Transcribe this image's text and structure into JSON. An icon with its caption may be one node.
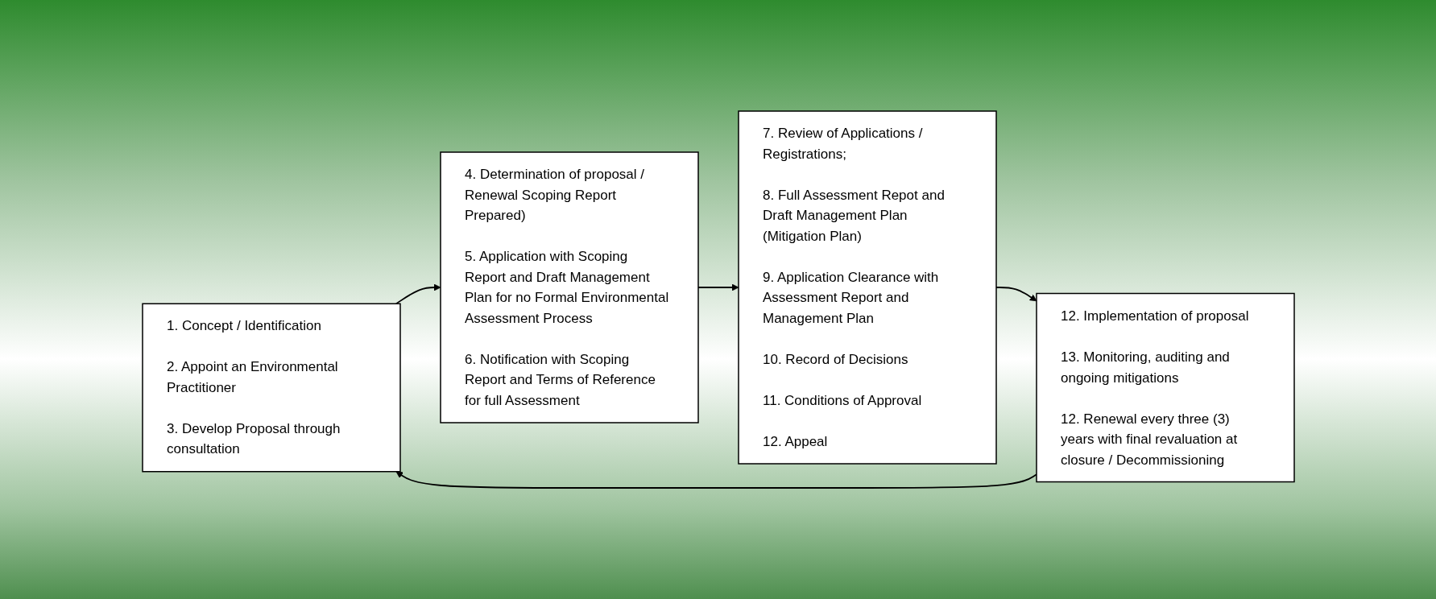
{
  "diagram": {
    "nodes": [
      {
        "text": [
          "1. Concept / Identification",
          "2. Appoint an Environmental Practitioner",
          "3. Develop Proposal through consultation"
        ]
      },
      {
        "text": [
          "4. Determination of proposal / Renewal Scoping Report Prepared)",
          "5. Application with Scoping Report and Draft Management Plan for no Formal Environmental Assessment Process",
          "6. Notification with Scoping Report and Terms of Reference for full Assessment"
        ]
      },
      {
        "text": [
          "7. Review of Applications / Registrations;",
          "8. Full Assessment Repot and Draft Management Plan (Mitigation Plan)",
          "9. Application Clearance with Assessment Report and Management Plan",
          "10. Record of Decisions",
          "11. Conditions of Approval",
          "12. Appeal"
        ]
      },
      {
        "text": [
          "12. Implementation of proposal",
          "13. Monitoring, auditing and ongoing mitigations",
          "12. Renewal every three (3) years with final revaluation at closure / Decommissioning"
        ]
      }
    ],
    "edges": [
      {
        "from": 0,
        "to": 1,
        "arrow": "to"
      },
      {
        "from": 1,
        "to": 2,
        "arrow": "to"
      },
      {
        "from": 2,
        "to": 3,
        "arrow": "to"
      },
      {
        "from": 3,
        "to": 0,
        "arrow": "to"
      }
    ]
  }
}
